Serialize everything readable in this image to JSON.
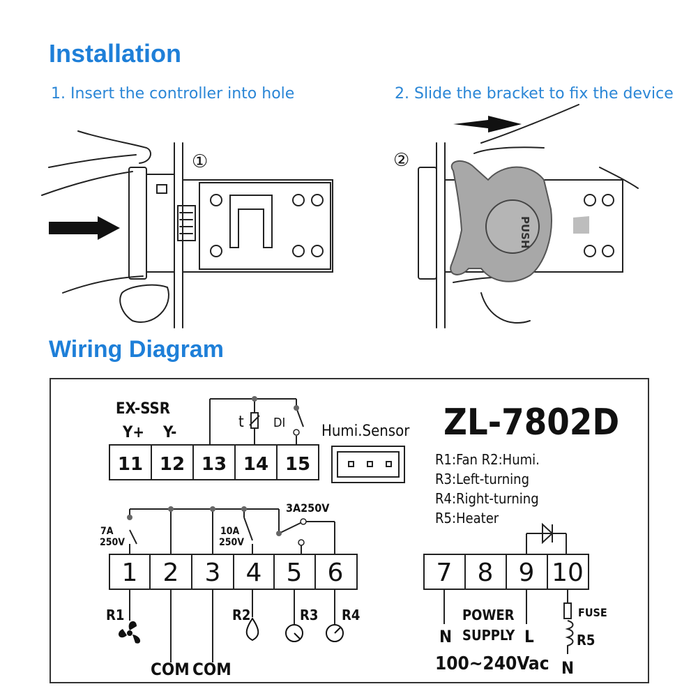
{
  "installation": {
    "title": "Installation",
    "step1": "1. Insert the controller into hole",
    "step2": "2. Slide the bracket to fix the device",
    "marker1": "①",
    "marker2": "②",
    "push_label": "PUSH"
  },
  "wiring": {
    "title": "Wiring Diagram",
    "model": "ZL-7802D",
    "ex_ssr": "EX-SSR",
    "y_plus": "Y+",
    "y_minus": "Y-",
    "t_label": "t",
    "di_label": "DI",
    "humi_sensor": "Humi.Sensor",
    "top_terminals": [
      "11",
      "12",
      "13",
      "14",
      "15"
    ],
    "bottom_left_terminals": [
      "1",
      "2",
      "3",
      "4",
      "5",
      "6"
    ],
    "bottom_right_terminals": [
      "7",
      "8",
      "9",
      "10"
    ],
    "legend": [
      "R1:Fan  R2:Humi.",
      "R3:Left-turning",
      "R4:Right-turning",
      "R5:Heater"
    ],
    "relay_7a_1": "7A",
    "relay_7a_2": "250V",
    "relay_10a_1": "10A",
    "relay_10a_2": "250V",
    "relay_3a": "3A250V",
    "r1": "R1",
    "r2": "R2",
    "r3": "R3",
    "r4": "R4",
    "r5": "R5",
    "com1": "COM",
    "com2": "COM",
    "n_left": "N",
    "power1": "POWER",
    "power2": "SUPPLY",
    "l_label": "L",
    "fuse": "FUSE",
    "n_right": "N",
    "voltage": "100~240Vac"
  },
  "colors": {
    "heading": "#1e7fd8",
    "caption": "#2a86d6",
    "line": "#222222",
    "bracket": "#9a9a9a"
  }
}
